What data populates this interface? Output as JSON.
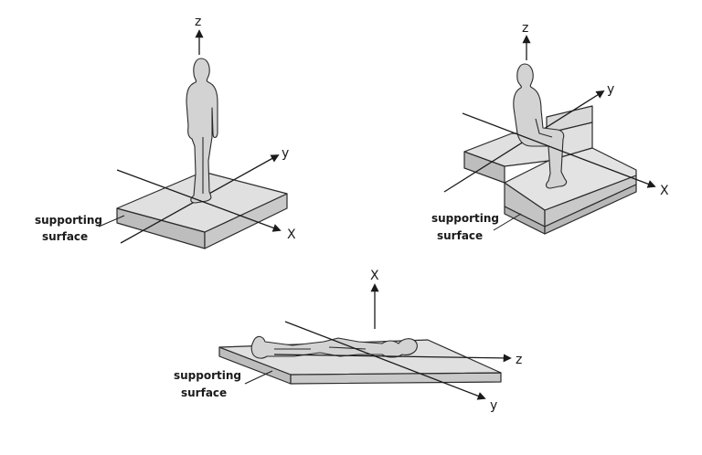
{
  "figures": [
    {
      "id": "standing",
      "axes": {
        "vertical": "z",
        "lateral": "y",
        "longitudinal": "X"
      },
      "surface_label": [
        "supporting",
        "surface"
      ]
    },
    {
      "id": "seated",
      "axes": {
        "vertical": "z",
        "lateral": "y",
        "longitudinal": "X"
      },
      "surface_label": [
        "supporting",
        "surface"
      ]
    },
    {
      "id": "recumbent",
      "axes": {
        "vertical": "X",
        "lateral": "z",
        "longitudinal": "y"
      },
      "surface_label": [
        "supporting",
        "surface"
      ]
    }
  ],
  "colors": {
    "surface_top": "#e0e0e0",
    "surface_side": "#bdbdbd",
    "body_fill": "#d3d3d3",
    "outline": "#2a2a2a"
  }
}
